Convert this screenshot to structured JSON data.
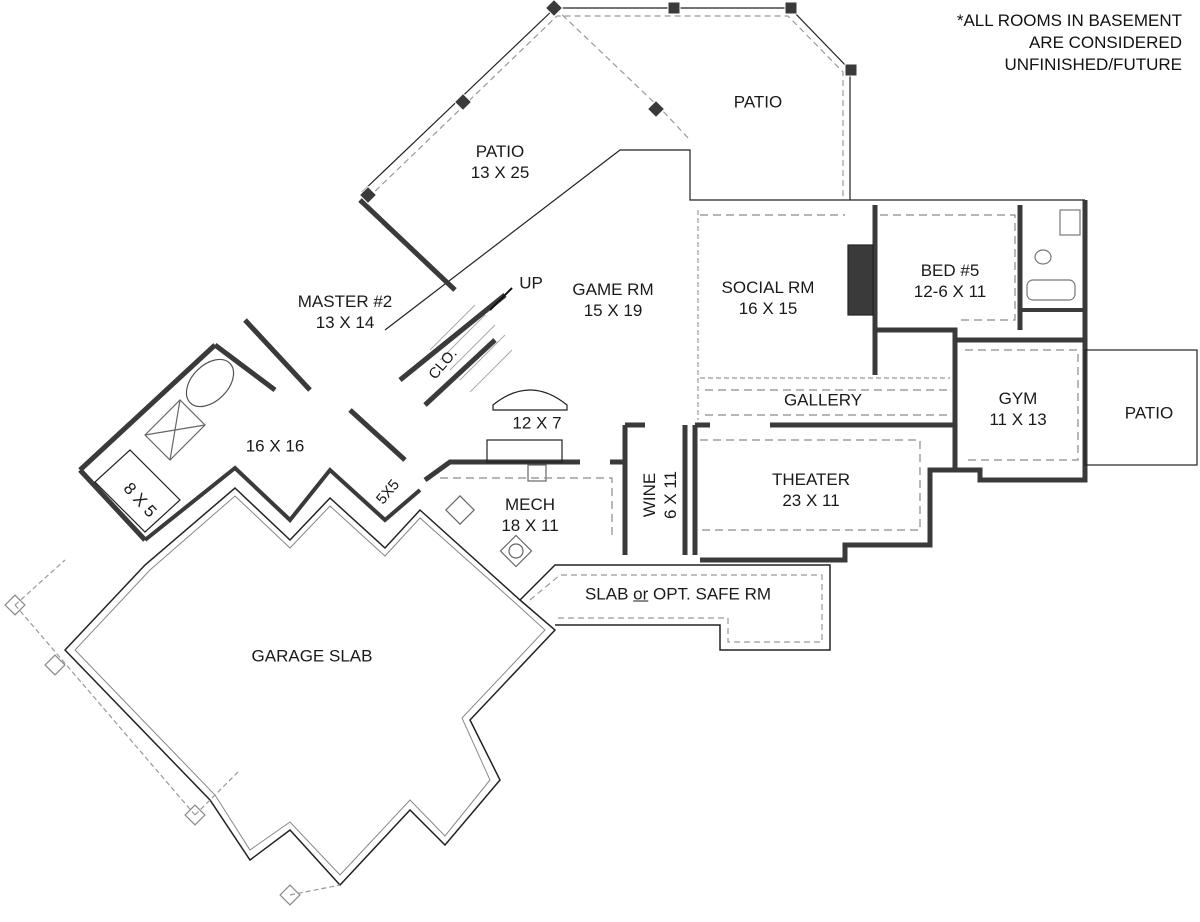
{
  "note": {
    "lines": [
      "*ALL ROOMS IN BASEMENT",
      "ARE CONSIDERED",
      "UNFINISHED/FUTURE"
    ]
  },
  "rooms": {
    "patio_top_right": {
      "name": "PATIO"
    },
    "patio_left": {
      "name": "PATIO",
      "size": "13 X 25"
    },
    "master2": {
      "name": "MASTER #2",
      "size": "13 X 14"
    },
    "stair_label": {
      "name": "UP"
    },
    "closet": {
      "name": "CLO."
    },
    "game_rm": {
      "name": "GAME RM",
      "size": "15 X 19"
    },
    "social_rm": {
      "name": "SOCIAL RM",
      "size": "16 X 15"
    },
    "bed5": {
      "name": "BED #5",
      "size": "12-6 X 11"
    },
    "bar": {
      "size": "12 X 7"
    },
    "master_bath": {
      "size": "16 X 16"
    },
    "closet_8x5": {
      "size": "8 X 5"
    },
    "closet_5x5": {
      "size": "5X5"
    },
    "gallery": {
      "name": "GALLERY"
    },
    "gym": {
      "name": "GYM",
      "size": "11 X 13"
    },
    "patio_right": {
      "name": "PATIO"
    },
    "mech": {
      "name": "MECH",
      "size": "18 X 11"
    },
    "wine": {
      "name": "WINE",
      "size": "6 X 11"
    },
    "theater": {
      "name": "THEATER",
      "size": "23 X 11"
    },
    "safe_rm": {
      "pre": "SLAB ",
      "mid": "or",
      "post": " OPT. SAFE RM"
    },
    "garage": {
      "name": "GARAGE SLAB"
    }
  },
  "colors": {
    "wall": "#3a3a3a",
    "thin_line": "#222222",
    "dashed": "#8a8a8a",
    "light": "#b5b5b5"
  }
}
